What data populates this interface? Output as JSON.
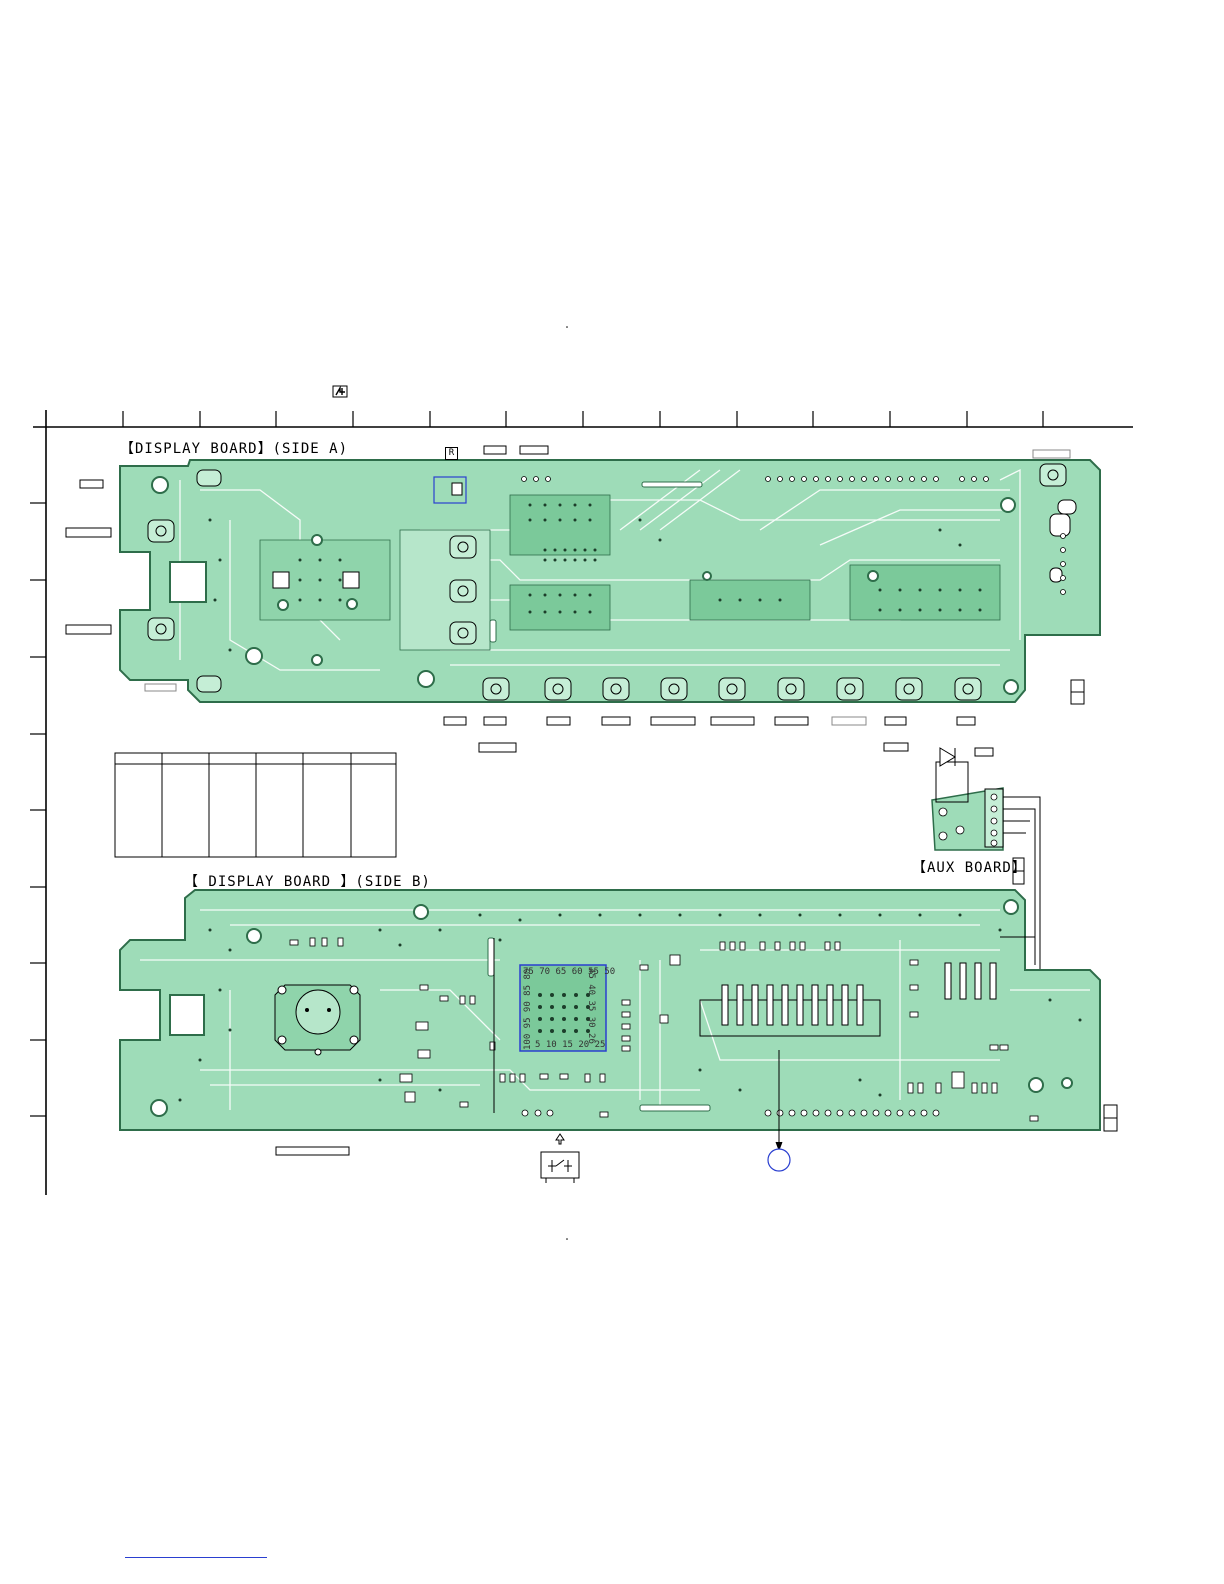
{
  "board_labels": {
    "side_a": "【DISPLAY BOARD】(SIDE A)",
    "side_b": "【 DISPLAY BOARD 】(SIDE B)",
    "aux": "【AUX BOARD】"
  },
  "ic_pin_numbers": {
    "row_top": "75 70 65 60 55 50",
    "row_bottom": "100 95 90 85 80",
    "side_right": "45 40 35 30 26",
    "side_bottom": "5 10 15 20 25"
  },
  "ref_mark": "R",
  "colors": {
    "pcb_fill": "#9edcb8",
    "pcb_outline": "#2e6d4a",
    "trace": "#ffffff",
    "ic_outline": "#2a3fd0",
    "pad": "#1c3d2a"
  },
  "icons": {
    "lead_free": "lead-free-icon",
    "arrow_up": "arrow-up-icon",
    "switch": "switch-symbol-icon",
    "test_point": "test-point-circle-icon"
  }
}
